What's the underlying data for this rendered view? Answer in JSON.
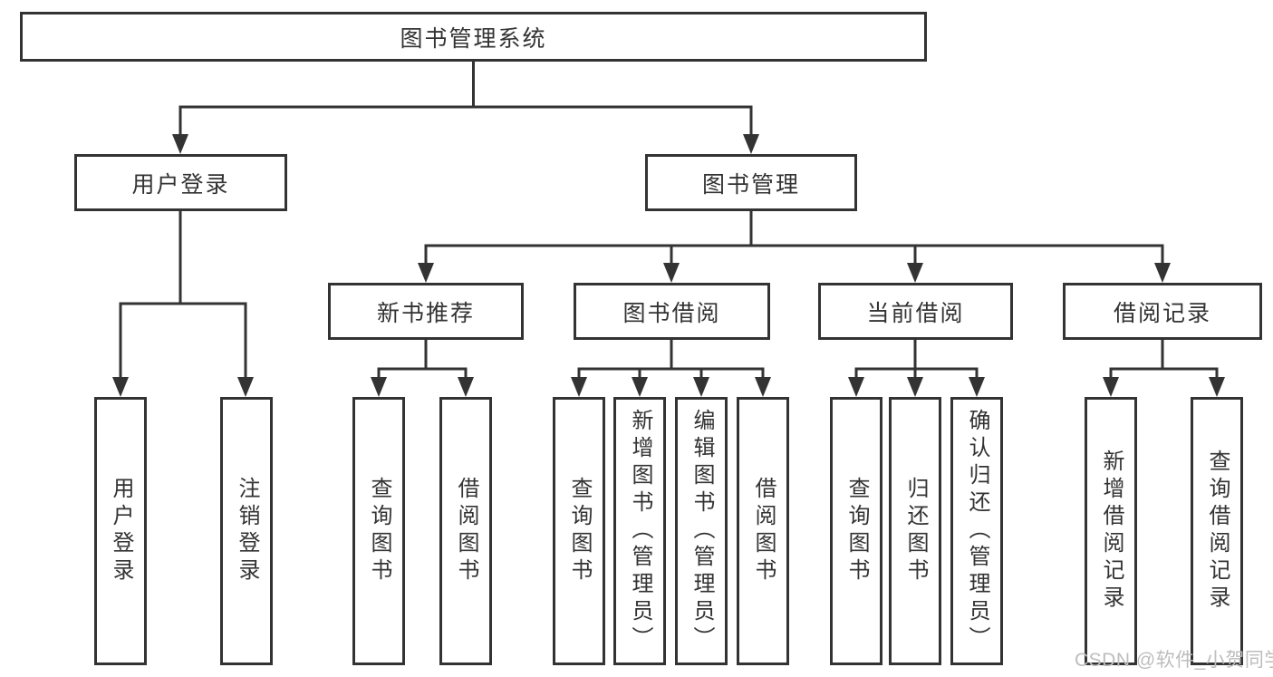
{
  "diagram": {
    "type": "hierarchy-tree",
    "watermark": "CSDN @软件_小贺同学",
    "colors": {
      "line": "#333333",
      "box_border": "#333333",
      "text": "#333333",
      "background": "#ffffff",
      "watermark": "#bdbdbd"
    },
    "tree": {
      "label": "图书管理系统",
      "children": [
        {
          "label": "用户登录",
          "children": [
            {
              "label": "用户登录"
            },
            {
              "label": "注销登录"
            }
          ]
        },
        {
          "label": "图书管理",
          "children": [
            {
              "label": "新书推荐",
              "children": [
                {
                  "label": "查询图书"
                },
                {
                  "label": "借阅图书"
                }
              ]
            },
            {
              "label": "图书借阅",
              "children": [
                {
                  "label": "查询图书"
                },
                {
                  "label": "新增图书（管理员）"
                },
                {
                  "label": "编辑图书（管理员）"
                },
                {
                  "label": "借阅图书"
                }
              ]
            },
            {
              "label": "当前借阅",
              "children": [
                {
                  "label": "查询图书"
                },
                {
                  "label": "归还图书"
                },
                {
                  "label": "确认归还（管理员）"
                }
              ]
            },
            {
              "label": "借阅记录",
              "children": [
                {
                  "label": "新增借阅记录"
                },
                {
                  "label": "查询借阅记录"
                }
              ]
            }
          ]
        }
      ]
    }
  }
}
